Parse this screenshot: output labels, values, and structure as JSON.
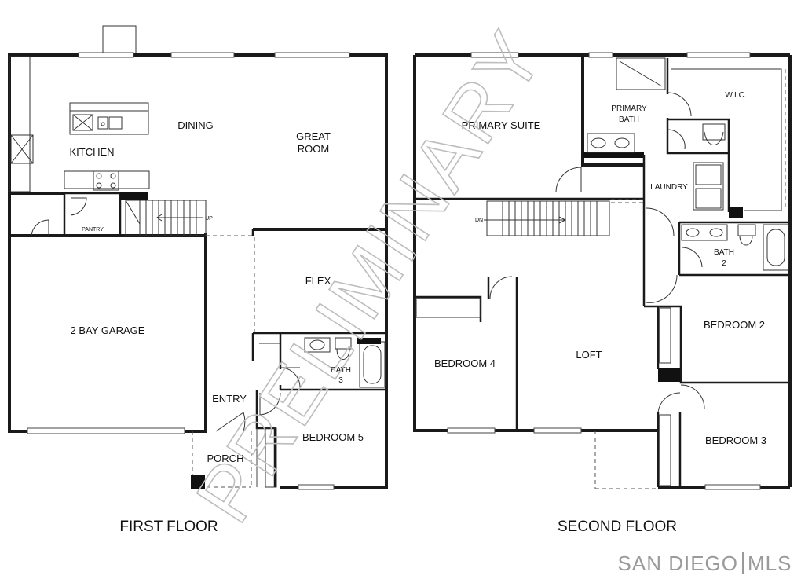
{
  "floors": {
    "first": "FIRST FLOOR",
    "second": "SECOND FLOOR"
  },
  "rooms": {
    "dining": "DINING",
    "great_room_1": "GREAT",
    "great_room_2": "ROOM",
    "kitchen": "KITCHEN",
    "pantry": "PANTRY",
    "up": "UP",
    "garage": "2 BAY GARAGE",
    "flex": "FLEX",
    "bath3_1": "BATH",
    "bath3_2": "3",
    "entry": "ENTRY",
    "porch": "PORCH",
    "bedroom5": "BEDROOM 5",
    "primary_suite": "PRIMARY SUITE",
    "primary_bath_1": "PRIMARY",
    "primary_bath_2": "BATH",
    "wic": "W.I.C.",
    "laundry": "LAUNDRY",
    "dn": "DN",
    "bath2_1": "BATH",
    "bath2_2": "2",
    "bedroom2": "BEDROOM 2",
    "bedroom4": "BEDROOM 4",
    "loft": "LOFT",
    "bedroom3": "BEDROOM 3"
  },
  "watermark": "PRELIMINARY",
  "brand": {
    "left": "SAN DIEGO",
    "right": "MLS"
  }
}
